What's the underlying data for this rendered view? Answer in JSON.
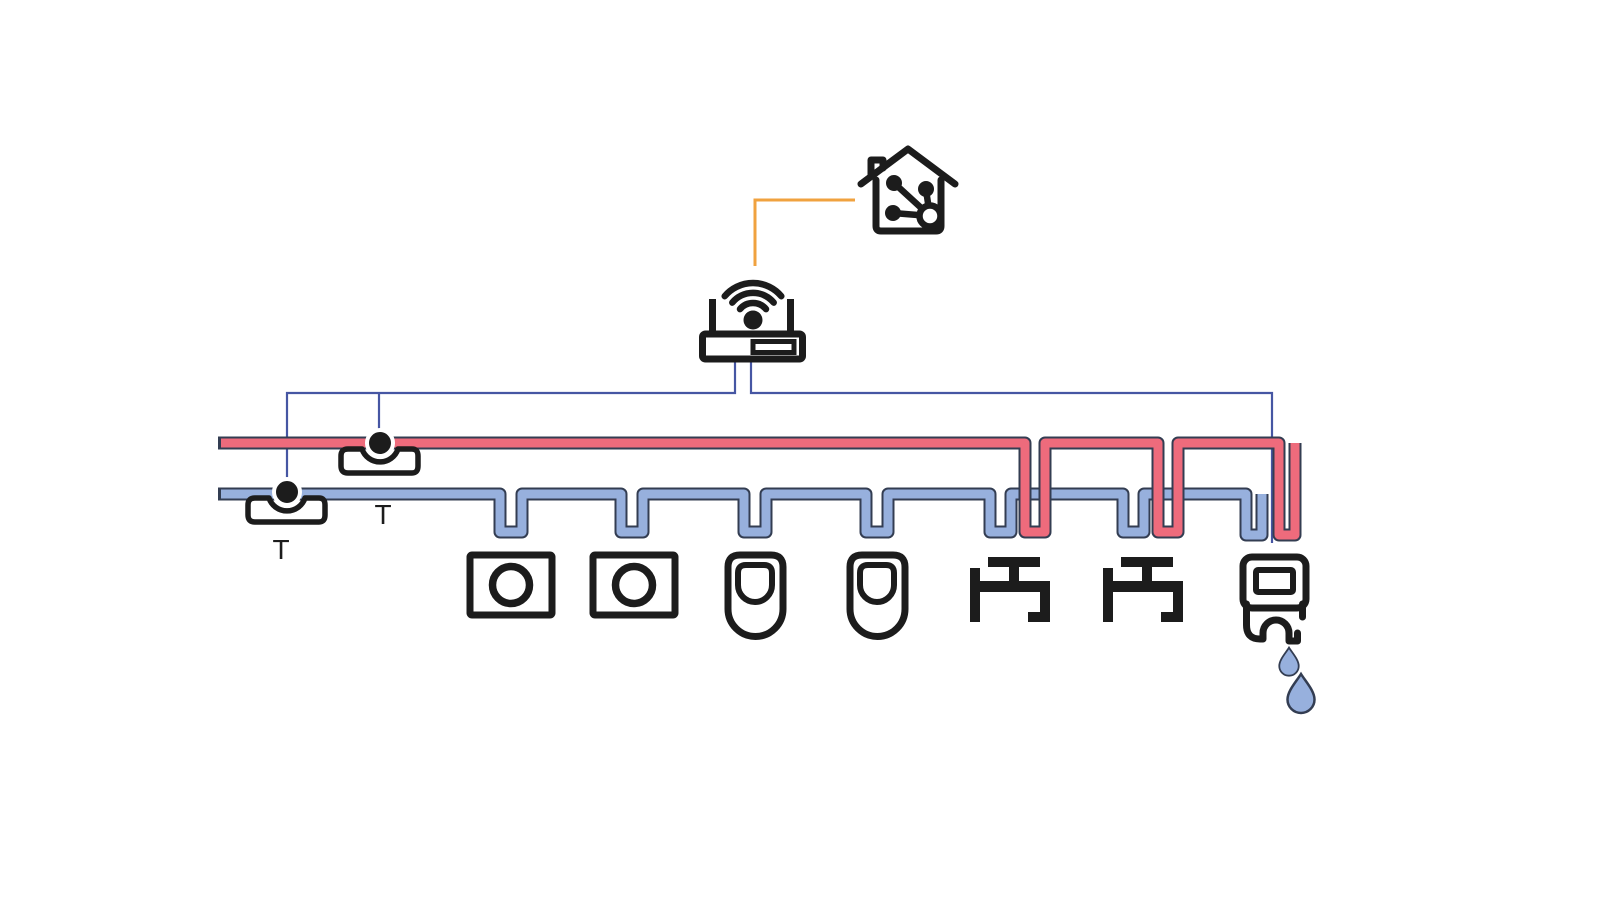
{
  "diagram": {
    "kind": "smart-home water monitoring schematic",
    "background": "#ffffff"
  },
  "palette": {
    "icon": "#1c1c1c",
    "pipe_outline": "#333d52",
    "drop_outline": "#333d52",
    "white": "#ffffff"
  },
  "pipes": {
    "hot": {
      "name": "hot-water-pipe",
      "color": "#ee6b7c"
    },
    "cold": {
      "name": "cold-water-pipe",
      "color": "#97b0dd"
    }
  },
  "wires": {
    "network": {
      "name": "network-wire",
      "color": "#4656a3"
    },
    "internet": {
      "name": "internet-wire",
      "color": "#f0a23f"
    }
  },
  "devices": {
    "hub": {
      "icon": "home-assistant-icon"
    },
    "gateway": {
      "icon": "wifi-router-icon"
    }
  },
  "sensors": [
    {
      "id": "cold-water-temperature-sensor",
      "label": "T"
    },
    {
      "id": "hot-water-temperature-sensor",
      "label": "T"
    }
  ],
  "fixtures": [
    {
      "icon": "washing-machine-icon"
    },
    {
      "icon": "washing-machine-icon"
    },
    {
      "icon": "toilet-icon"
    },
    {
      "icon": "toilet-icon"
    },
    {
      "icon": "faucet-icon"
    },
    {
      "icon": "faucet-icon"
    },
    {
      "icon": "water-heater-icon",
      "status": "leaking",
      "drip_count": 2
    }
  ],
  "leak": {
    "drop_fill": "#97b0dd"
  }
}
